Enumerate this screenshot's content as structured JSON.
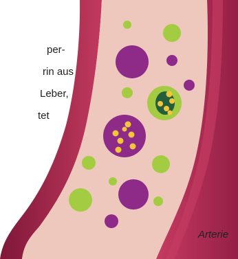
{
  "text_block": {
    "lines": [
      "per-",
      "rin aus",
      "Leber,",
      "tet"
    ]
  },
  "label": {
    "text": "Arterie"
  },
  "colors": {
    "artery_outer": "#b1284f",
    "artery_outer_dark": "#8f1f43",
    "artery_inner": "#efc8bd",
    "particle_purple": "#8e2a87",
    "particle_green": "#a3cc42",
    "particle_yellow": "#f3c53a",
    "particle_dark_green": "#255e3c"
  },
  "icons": [
    "artery-illustration",
    "purple-particle-icon",
    "green-particle-icon",
    "yellow-dots-icon"
  ]
}
